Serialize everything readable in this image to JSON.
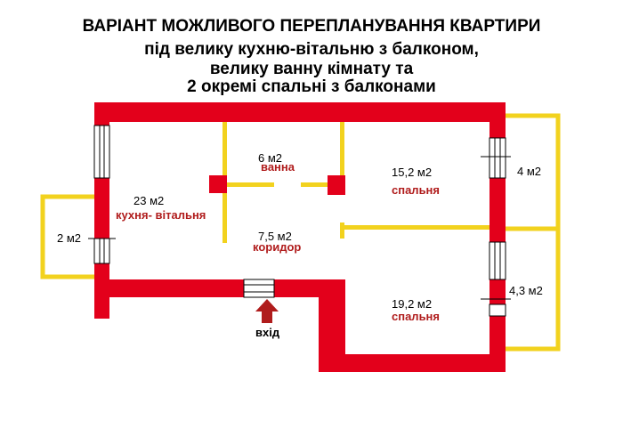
{
  "title": {
    "line1": "ВАРІАНТ МОЖЛИВОГО ПЕРЕПЛАНУВАННЯ КВАРТИРИ",
    "line2": "під велику кухню-вітальню з балконом,",
    "line3": "велику ванну кімнату та",
    "line4": "2 окремі спальні з балконами"
  },
  "rooms": {
    "kitchen": {
      "area": "23 м2",
      "name": "кухня- вітальня"
    },
    "bath": {
      "area": "6 м2",
      "name": "ванна"
    },
    "corridor": {
      "area": "7,5 м2",
      "name": "коридор"
    },
    "bedroom1": {
      "area": "15,2 м2",
      "name": "спальня"
    },
    "bedroom2": {
      "area": "19,2 м2",
      "name": "спальня"
    }
  },
  "balconies": {
    "left": "2 м2",
    "right_top": "4 м2",
    "right_bottom": "4,3 м2"
  },
  "entrance": {
    "label": "вхід"
  },
  "colors": {
    "wall": "#e3001b",
    "balcony": "#f2d21e",
    "room_label": "#b01c1c",
    "arrow": "#b01c1c"
  }
}
